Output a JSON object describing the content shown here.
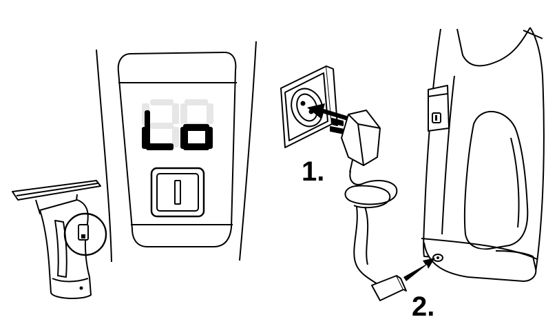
{
  "display": {
    "reading": "Lo"
  },
  "steps": [
    {
      "label": "1."
    },
    {
      "label": "2."
    }
  ],
  "icons": {
    "power_button": "power-button-icon",
    "arrow": "arrow-icon",
    "wall_socket": "wall-socket-icon",
    "charger": "charger-adapter-icon"
  },
  "colors": {
    "line": "#000000",
    "fill": "#ffffff",
    "inactive_segment": "#e6e6e6"
  }
}
